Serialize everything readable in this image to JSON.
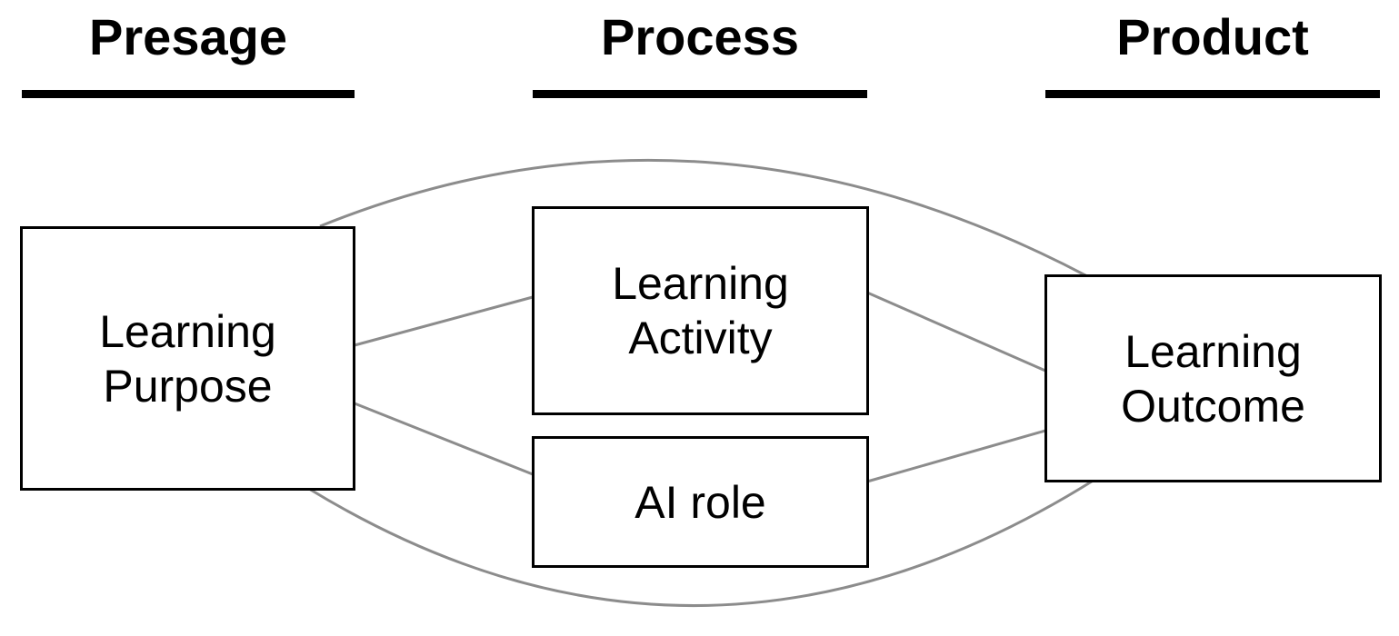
{
  "columns": {
    "presage": {
      "title": "Presage"
    },
    "process": {
      "title": "Process"
    },
    "product": {
      "title": "Product"
    }
  },
  "nodes": {
    "learning_purpose": {
      "line1": "Learning",
      "line2": "Purpose"
    },
    "learning_activity": {
      "line1": "Learning",
      "line2": "Activity"
    },
    "ai_role": {
      "label": "AI role"
    },
    "learning_outcome": {
      "line1": "Learning",
      "line2": "Outcome"
    }
  },
  "colors": {
    "text": "#000000",
    "box_border": "#000000",
    "connector": "#8c8c8c",
    "background": "#ffffff"
  }
}
